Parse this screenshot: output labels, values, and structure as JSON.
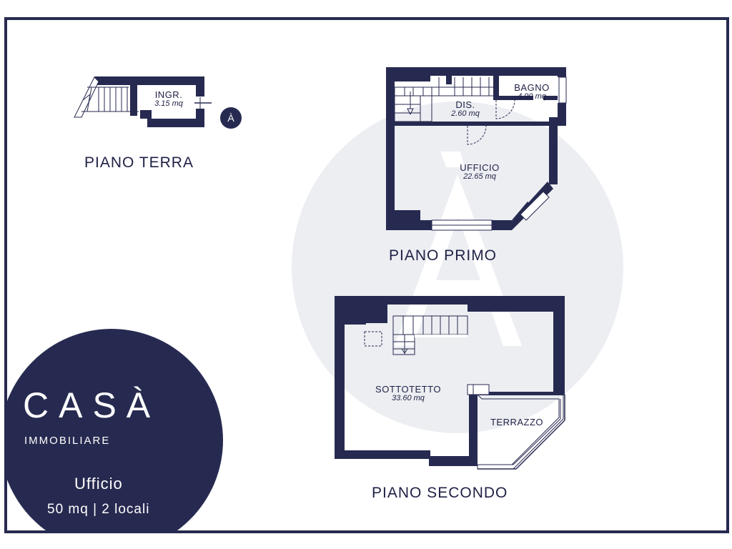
{
  "floors": [
    {
      "title": "PIANO TERRA",
      "rooms": [
        {
          "name": "INGR.",
          "area": "3.15 mq"
        }
      ]
    },
    {
      "title": "PIANO PRIMO",
      "rooms": [
        {
          "name": "BAGNO",
          "area": "4.90 mq"
        },
        {
          "name": "DIS.",
          "area": "2.60 mq"
        },
        {
          "name": "UFFICIO",
          "area": "22.65 mq"
        }
      ]
    },
    {
      "title": "PIANO SECONDO",
      "rooms": [
        {
          "name": "SOTTOTETTO",
          "area": "33.60 mq"
        },
        {
          "name": "TERRAZZO",
          "area": ""
        }
      ]
    }
  ],
  "entrance_marker": "À",
  "brand": {
    "name": "CASÀ",
    "subtitle": "IMMOBILIARE"
  },
  "listing": {
    "type": "Ufficio",
    "details": "50 mq | 2 locali"
  },
  "colors": {
    "wall": "#272a50",
    "brand_background": "#272a50",
    "watermark": "#eceef2",
    "text": "#1f2145"
  },
  "icons": [
    "stairs-icon",
    "door-swing-icon",
    "window-icon",
    "skylight-icon",
    "entrance-marker-icon",
    "watermark-logo"
  ]
}
